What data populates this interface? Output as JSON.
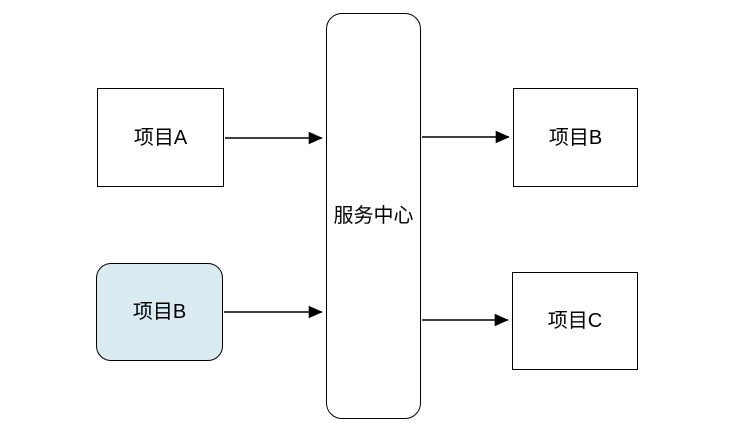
{
  "diagram": {
    "title": "service-center-flow",
    "nodes": {
      "project_a_left": {
        "label": "项目A",
        "shape": "rectangle",
        "fill": "#ffffff"
      },
      "project_b_left": {
        "label": "项目B",
        "shape": "rounded-rectangle",
        "fill": "#daebf2"
      },
      "service_center": {
        "label": "服务中心",
        "shape": "rounded-rectangle",
        "fill": "#ffffff"
      },
      "project_b_right": {
        "label": "项目B",
        "shape": "rectangle",
        "fill": "#ffffff"
      },
      "project_c_right": {
        "label": "项目C",
        "shape": "rectangle",
        "fill": "#ffffff"
      }
    },
    "connections": [
      {
        "from": "project_a_left",
        "to": "service_center"
      },
      {
        "from": "project_b_left",
        "to": "service_center"
      },
      {
        "from": "service_center",
        "to": "project_b_right"
      },
      {
        "from": "service_center",
        "to": "project_c_right"
      }
    ],
    "colors": {
      "background": "#ffffff",
      "border": "#000000",
      "arrow": "#000000",
      "text": "#000000",
      "highlight_fill": "#daebf2"
    }
  }
}
